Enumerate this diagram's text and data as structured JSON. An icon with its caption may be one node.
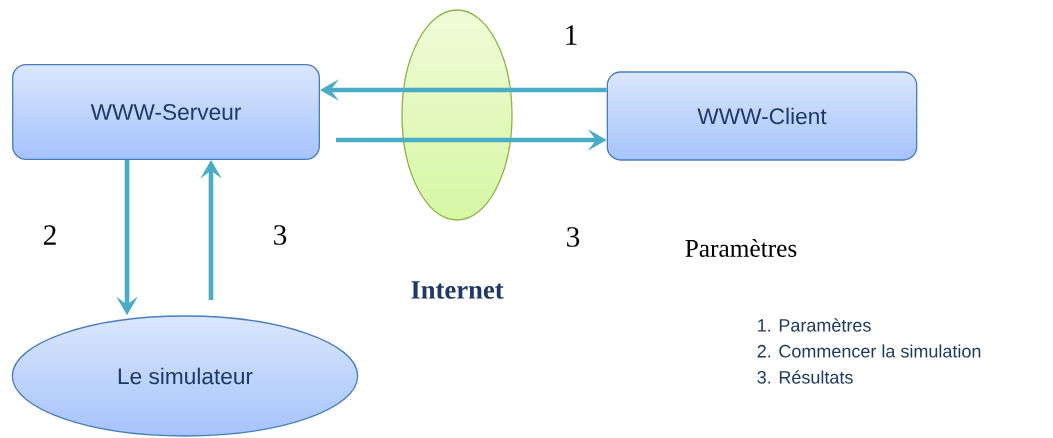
{
  "diagram": {
    "nodes": [
      {
        "text": [
          "WWW-Serveur"
        ]
      },
      {
        "text": [
          "WWW-Client"
        ]
      },
      {
        "text": [
          "Le simulateur"
        ]
      }
    ],
    "edges": [
      {
        "from": 1,
        "to": 0,
        "arrow": "to",
        "label": "1"
      },
      {
        "from": 0,
        "to": 1,
        "arrow": "to",
        "label": "3"
      },
      {
        "from": 0,
        "to": 2,
        "arrow": "to",
        "label": "2"
      },
      {
        "from": 2,
        "to": 0,
        "arrow": "to",
        "label": "3"
      }
    ],
    "labels": [
      "Paramètres",
      "Internet",
      "1. Paramètres",
      "2. Commencer la simulation",
      "3. Résultats"
    ]
  }
}
